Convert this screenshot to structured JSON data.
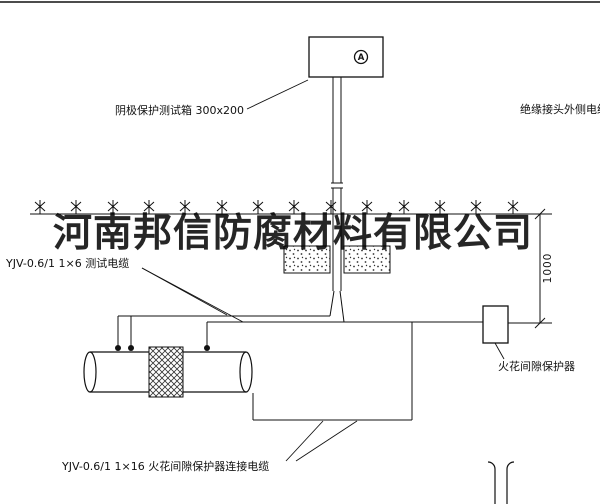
{
  "watermark": "河南邦信防腐材料有限公司",
  "symbols": {
    "meter": "A"
  },
  "dimensions": {
    "depth": "1000"
  },
  "labels": {
    "test_box": "阴极保护测试箱 300x200",
    "outer_cable": "绝缘接头外侧电缆",
    "test_cable": "YJV-0.6/1 1×6  测试电缆",
    "spark_gap_protector": "火花间隙保护器",
    "connection_cable": "YJV-0.6/1 1×16  火花间隙保护器连接电缆"
  },
  "colors": {
    "line": "#111111",
    "background": "#ffffff",
    "watermark": "#000000"
  }
}
